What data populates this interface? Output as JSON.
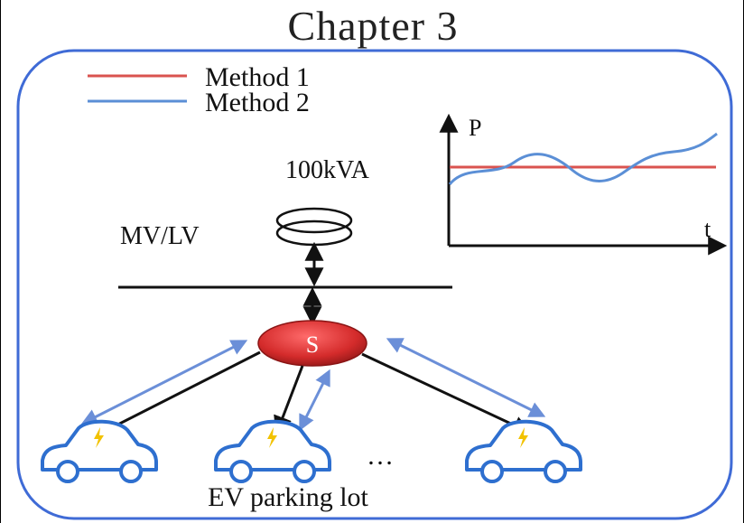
{
  "title": "Chapter 3",
  "legend": [
    {
      "label": "Method 1",
      "color": "#d9534f"
    },
    {
      "label": "Method 2",
      "color": "#5b8fd6"
    }
  ],
  "plot": {
    "y_axis_label": "P",
    "x_axis_label": "t",
    "level_label": "100kVA"
  },
  "transformer_label": "MV/LV",
  "hub_label": "S",
  "ellipsis": "…",
  "parking_lot_label": "EV parking lot",
  "colors": {
    "frame": "#3f6bd6",
    "hub": "#d42b2b",
    "car": "#2e6fcf",
    "bolt": "#f2c200",
    "blue_arrow": "#6b8fd8",
    "line": "#111111"
  },
  "icons": [
    "transformer-icon",
    "ev-car-icon",
    "charging-bolt-icon"
  ]
}
